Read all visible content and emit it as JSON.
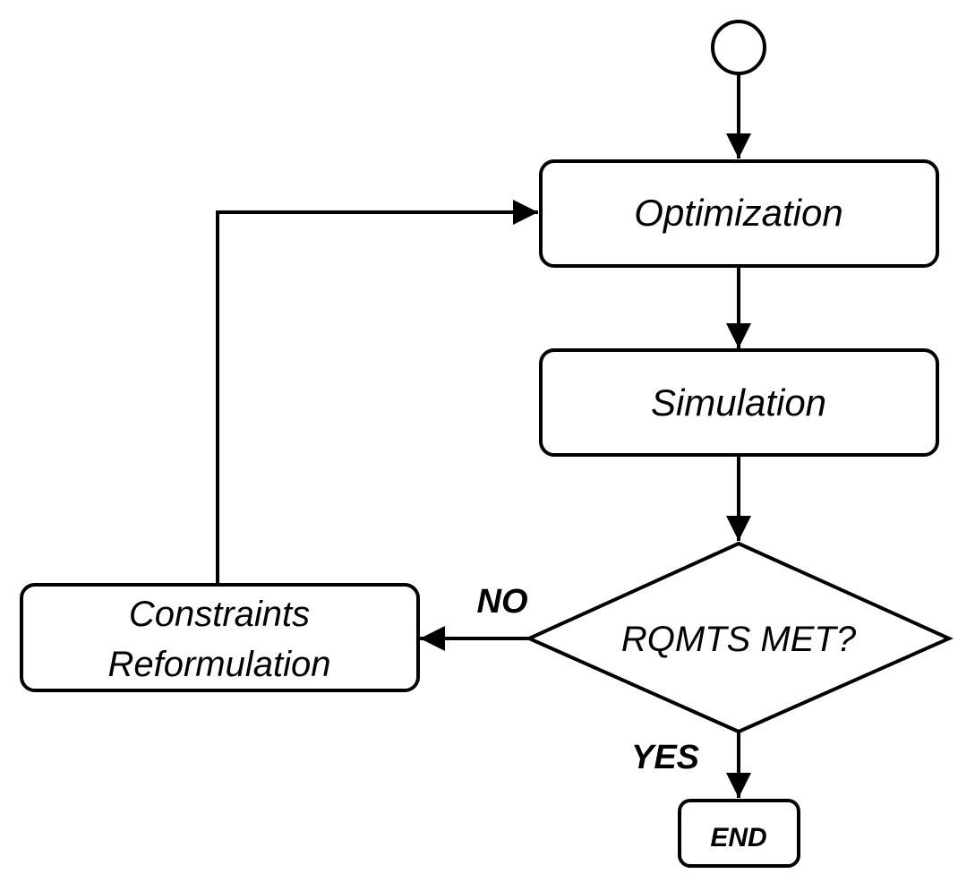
{
  "diagram": {
    "nodes": {
      "start": {
        "shape": "circle"
      },
      "optimization": {
        "label": "Optimization"
      },
      "simulation": {
        "label": "Simulation"
      },
      "decision": {
        "label": "RQMTS MET?"
      },
      "constraints": {
        "label_lines": [
          "Constraints",
          "Reformulation"
        ]
      },
      "end": {
        "label": "END"
      }
    },
    "edges": {
      "no_label": "NO",
      "yes_label": "YES"
    },
    "colors": {
      "stroke": "#000000",
      "fill": "#ffffff",
      "text": "#000000"
    }
  }
}
